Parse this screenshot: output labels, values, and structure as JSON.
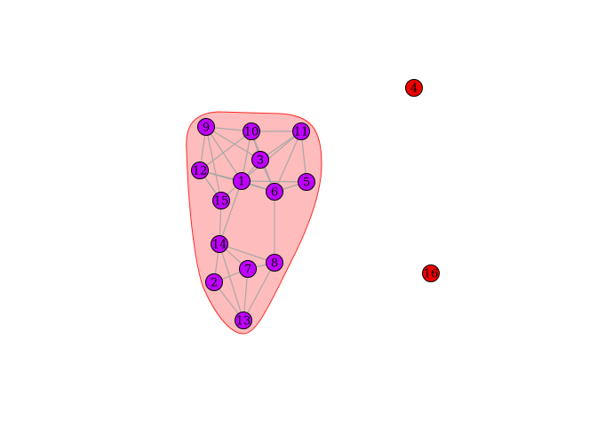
{
  "graph": {
    "node_colors": {
      "group": "#bf00ff",
      "isolated": "#ee0000"
    },
    "edge_color": "#a8a8a8",
    "hull_fill": "#ffbcbc",
    "hull_stroke": "#ff2a2a",
    "nodes": [
      {
        "id": "1",
        "group": "group"
      },
      {
        "id": "2",
        "group": "group"
      },
      {
        "id": "3",
        "group": "group"
      },
      {
        "id": "4",
        "group": "isolated"
      },
      {
        "id": "5",
        "group": "group"
      },
      {
        "id": "6",
        "group": "group"
      },
      {
        "id": "7",
        "group": "group"
      },
      {
        "id": "8",
        "group": "group"
      },
      {
        "id": "9",
        "group": "group"
      },
      {
        "id": "10",
        "group": "group"
      },
      {
        "id": "11",
        "group": "group"
      },
      {
        "id": "12",
        "group": "group"
      },
      {
        "id": "13",
        "group": "group"
      },
      {
        "id": "14",
        "group": "group"
      },
      {
        "id": "15",
        "group": "group"
      },
      {
        "id": "16",
        "group": "isolated"
      }
    ],
    "edges": [
      [
        "9",
        "10"
      ],
      [
        "9",
        "12"
      ],
      [
        "9",
        "15"
      ],
      [
        "9",
        "3"
      ],
      [
        "9",
        "1"
      ],
      [
        "10",
        "11"
      ],
      [
        "10",
        "3"
      ],
      [
        "10",
        "1"
      ],
      [
        "10",
        "6"
      ],
      [
        "10",
        "12"
      ],
      [
        "11",
        "5"
      ],
      [
        "11",
        "3"
      ],
      [
        "11",
        "1"
      ],
      [
        "11",
        "6"
      ],
      [
        "12",
        "1"
      ],
      [
        "12",
        "15"
      ],
      [
        "12",
        "6"
      ],
      [
        "3",
        "1"
      ],
      [
        "3",
        "6"
      ],
      [
        "1",
        "6"
      ],
      [
        "1",
        "15"
      ],
      [
        "1",
        "14"
      ],
      [
        "1",
        "5"
      ],
      [
        "6",
        "5"
      ],
      [
        "6",
        "8"
      ],
      [
        "15",
        "14"
      ],
      [
        "15",
        "12"
      ],
      [
        "14",
        "7"
      ],
      [
        "14",
        "8"
      ],
      [
        "14",
        "2"
      ],
      [
        "14",
        "13"
      ],
      [
        "7",
        "8"
      ],
      [
        "7",
        "2"
      ],
      [
        "7",
        "13"
      ],
      [
        "2",
        "13"
      ],
      [
        "8",
        "13"
      ]
    ]
  }
}
